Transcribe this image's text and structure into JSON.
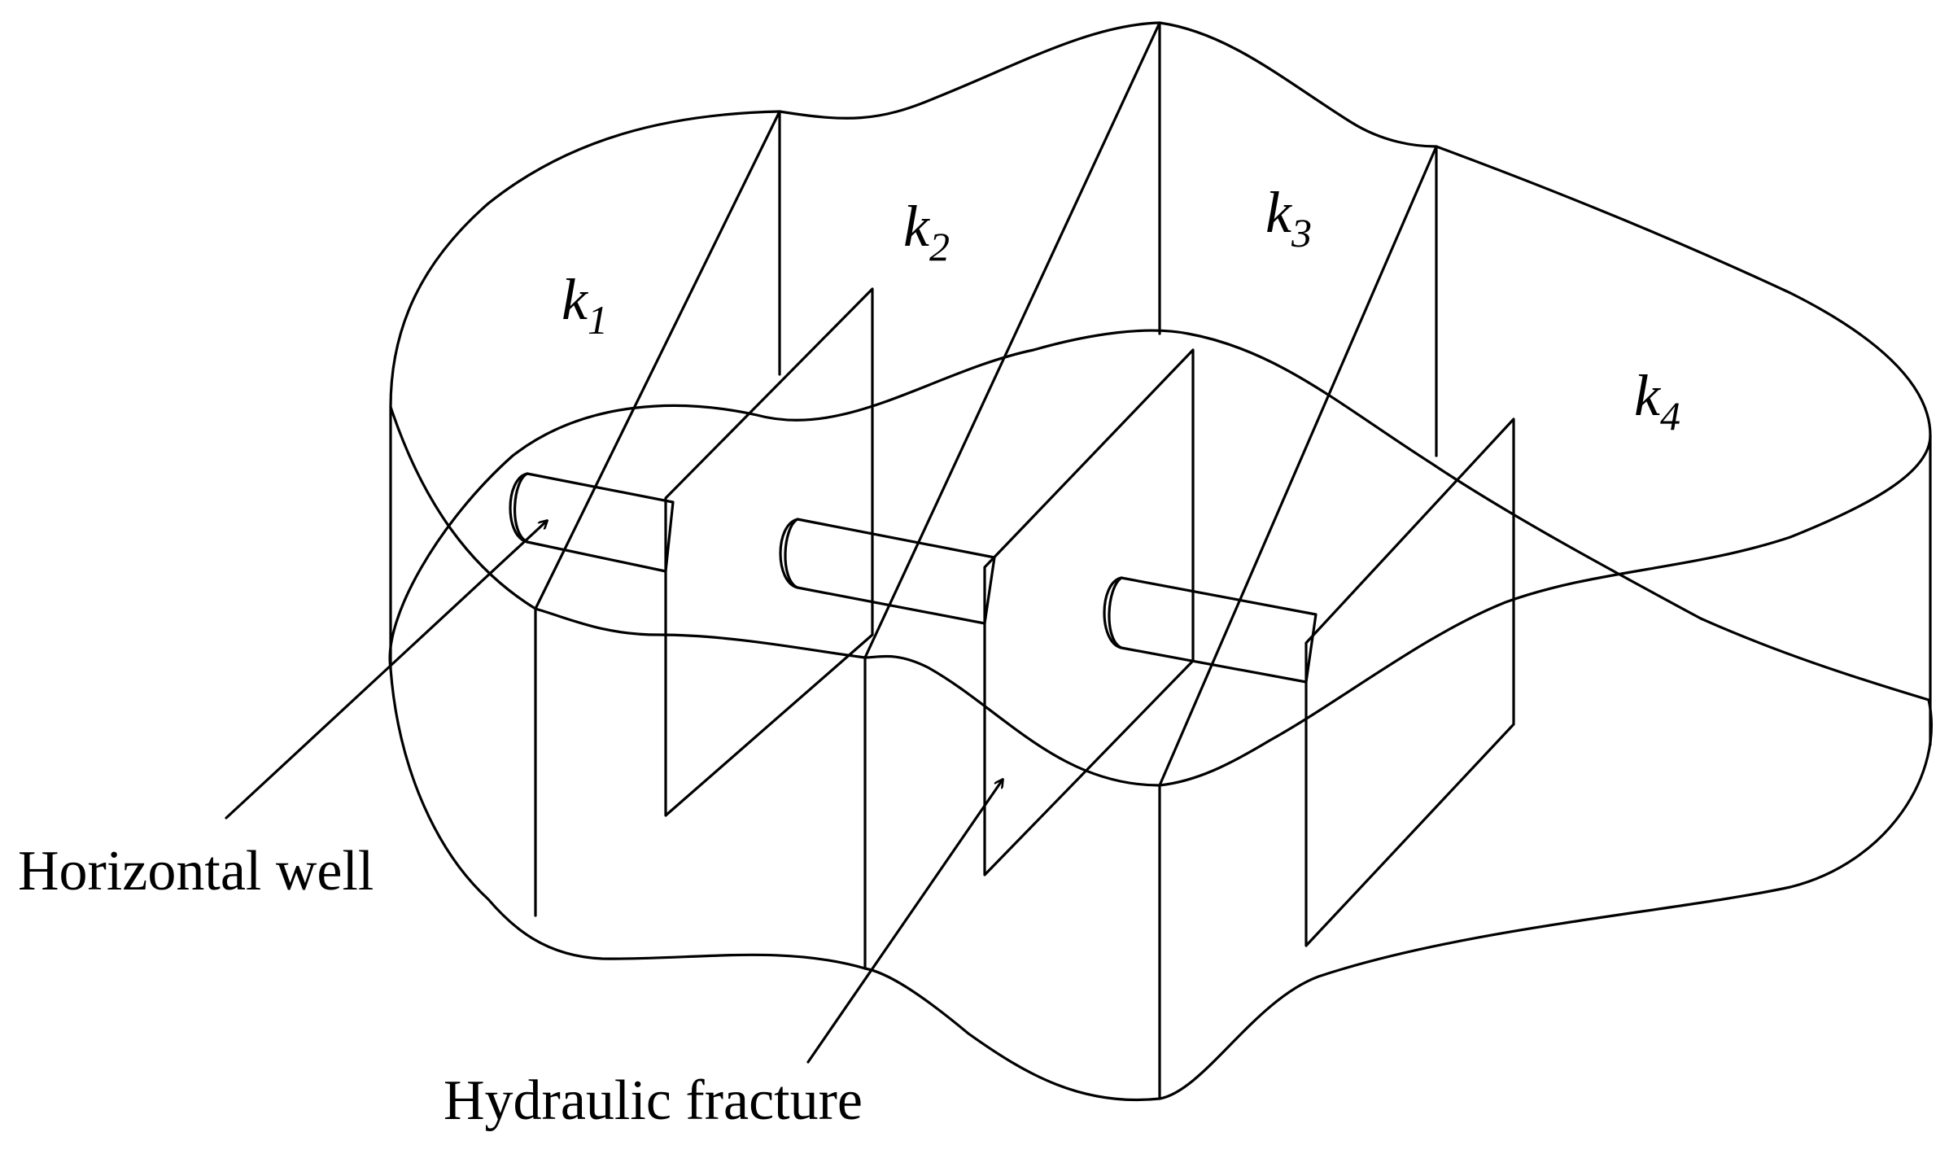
{
  "zones": [
    {
      "letter": "k",
      "sub": "1"
    },
    {
      "letter": "k",
      "sub": "2"
    },
    {
      "letter": "k",
      "sub": "3"
    },
    {
      "letter": "k",
      "sub": "4"
    }
  ],
  "callouts": {
    "well": "Horizontal well",
    "fracture": "Hydraulic fracture"
  },
  "colors": {
    "bottom_fill": "#e6e6e6",
    "fracture_fill": "#fff2cf",
    "well_fill": "#cfcfd2",
    "stroke": "#000000"
  }
}
